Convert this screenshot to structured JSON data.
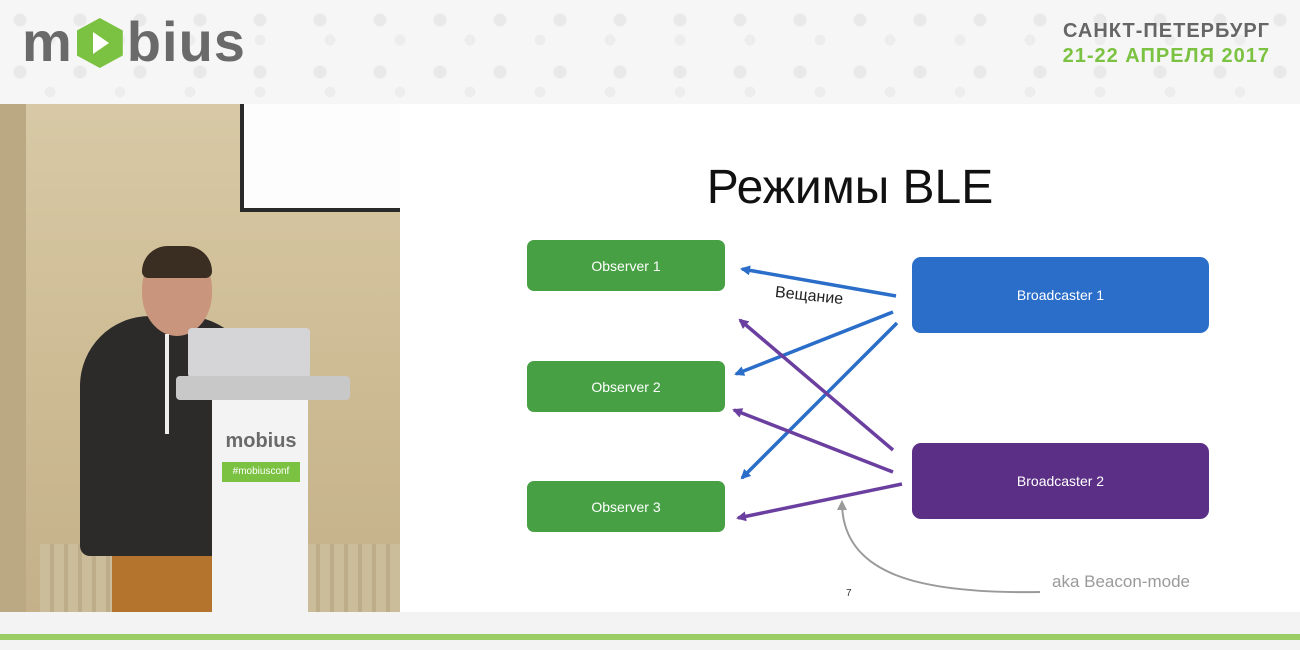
{
  "header": {
    "logo_text_left": "m",
    "logo_text_right": "bius",
    "event_city": "САНКТ-ПЕТЕРБУРГ",
    "event_dates": "21-22 АПРЕЛЯ 2017"
  },
  "video": {
    "podium_logo": "mobius",
    "podium_tag": "#mobiusconf"
  },
  "slide": {
    "title": "Режимы BLE",
    "observers": [
      "Observer 1",
      "Observer 2",
      "Observer 3"
    ],
    "broadcasters": [
      "Broadcaster 1",
      "Broadcaster 2"
    ],
    "edge_label": "Вещание",
    "annotation": "aka Beacon-mode",
    "page_number": "7"
  },
  "colors": {
    "observer": "#47a043",
    "broadcaster_1": "#2a6ec9",
    "broadcaster_2": "#5c2f86",
    "arrow_blue": "#2a6ec9",
    "arrow_purple": "#6a3fa0",
    "annotation_gray": "#9a9a9a",
    "brand_green": "#7cc242"
  }
}
